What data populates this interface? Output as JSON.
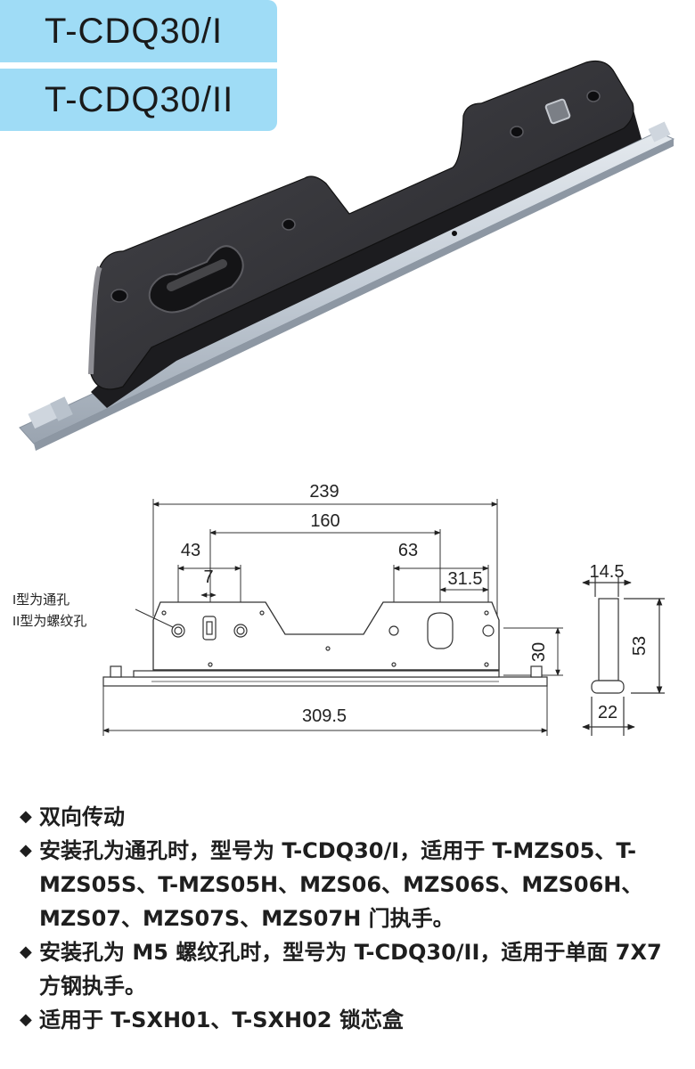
{
  "models": {
    "model1": "T-CDQ30/I",
    "model2": "T-CDQ30/II"
  },
  "drawing": {
    "dims": {
      "overall": "239",
      "hole_span": "160",
      "d43": "43",
      "d7": "7",
      "d63": "63",
      "d31_5": "31.5",
      "d30": "30",
      "rail_length": "309.5",
      "side_width": "14.5",
      "side_height": "53",
      "side_base": "22"
    },
    "callout": {
      "line1": "I型为通孔",
      "line2": "II型为螺纹孔"
    }
  },
  "features": [
    "双向传动",
    "安装孔为通孔时，型号为 T-CDQ30/I，适用于 T-MZS05、T-MZS05S、T-MZS05H、MZS06、MZS06S、MZS06H、MZS07、MZS07S、MZS07H 门执手。",
    "安装孔为 M5 螺纹孔时，型号为 T-CDQ30/II，适用于单面 7X7 方钢执手。",
    "适用于 T-SXH01、T-SXH02 锁芯盒"
  ],
  "colors": {
    "tag_bg": "#9fdcf6",
    "plate": "#2f2f33",
    "rail": "#c3ccd6"
  },
  "bullet_icon": "diamond-icon"
}
